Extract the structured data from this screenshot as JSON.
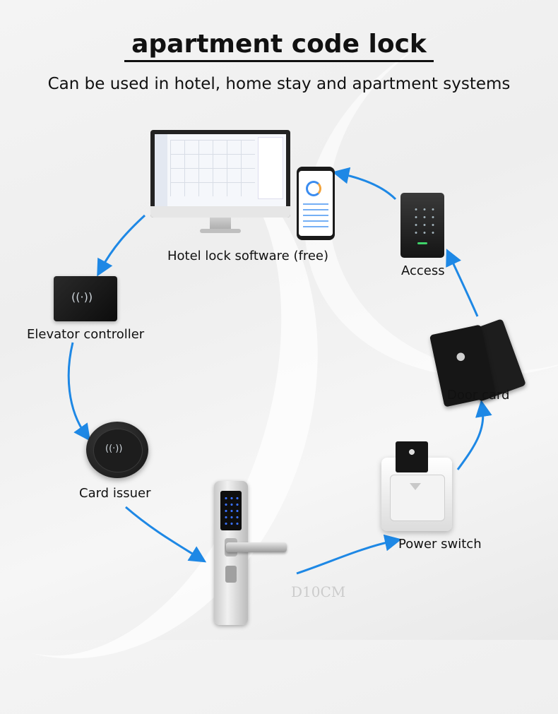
{
  "title": "apartment code lock",
  "subtitle": "Can be used in hotel, home stay and apartment systems",
  "labels": {
    "software": "Hotel lock software (free)",
    "access": "Access",
    "elevator": "Elevator controller",
    "door_card": "Door card",
    "card_issuer": "Card issuer",
    "power_switch": "Power switch"
  },
  "watermark": "D10CM",
  "icons": {
    "rfid": "((·))"
  },
  "colors": {
    "arrow": "#1e88e5"
  }
}
